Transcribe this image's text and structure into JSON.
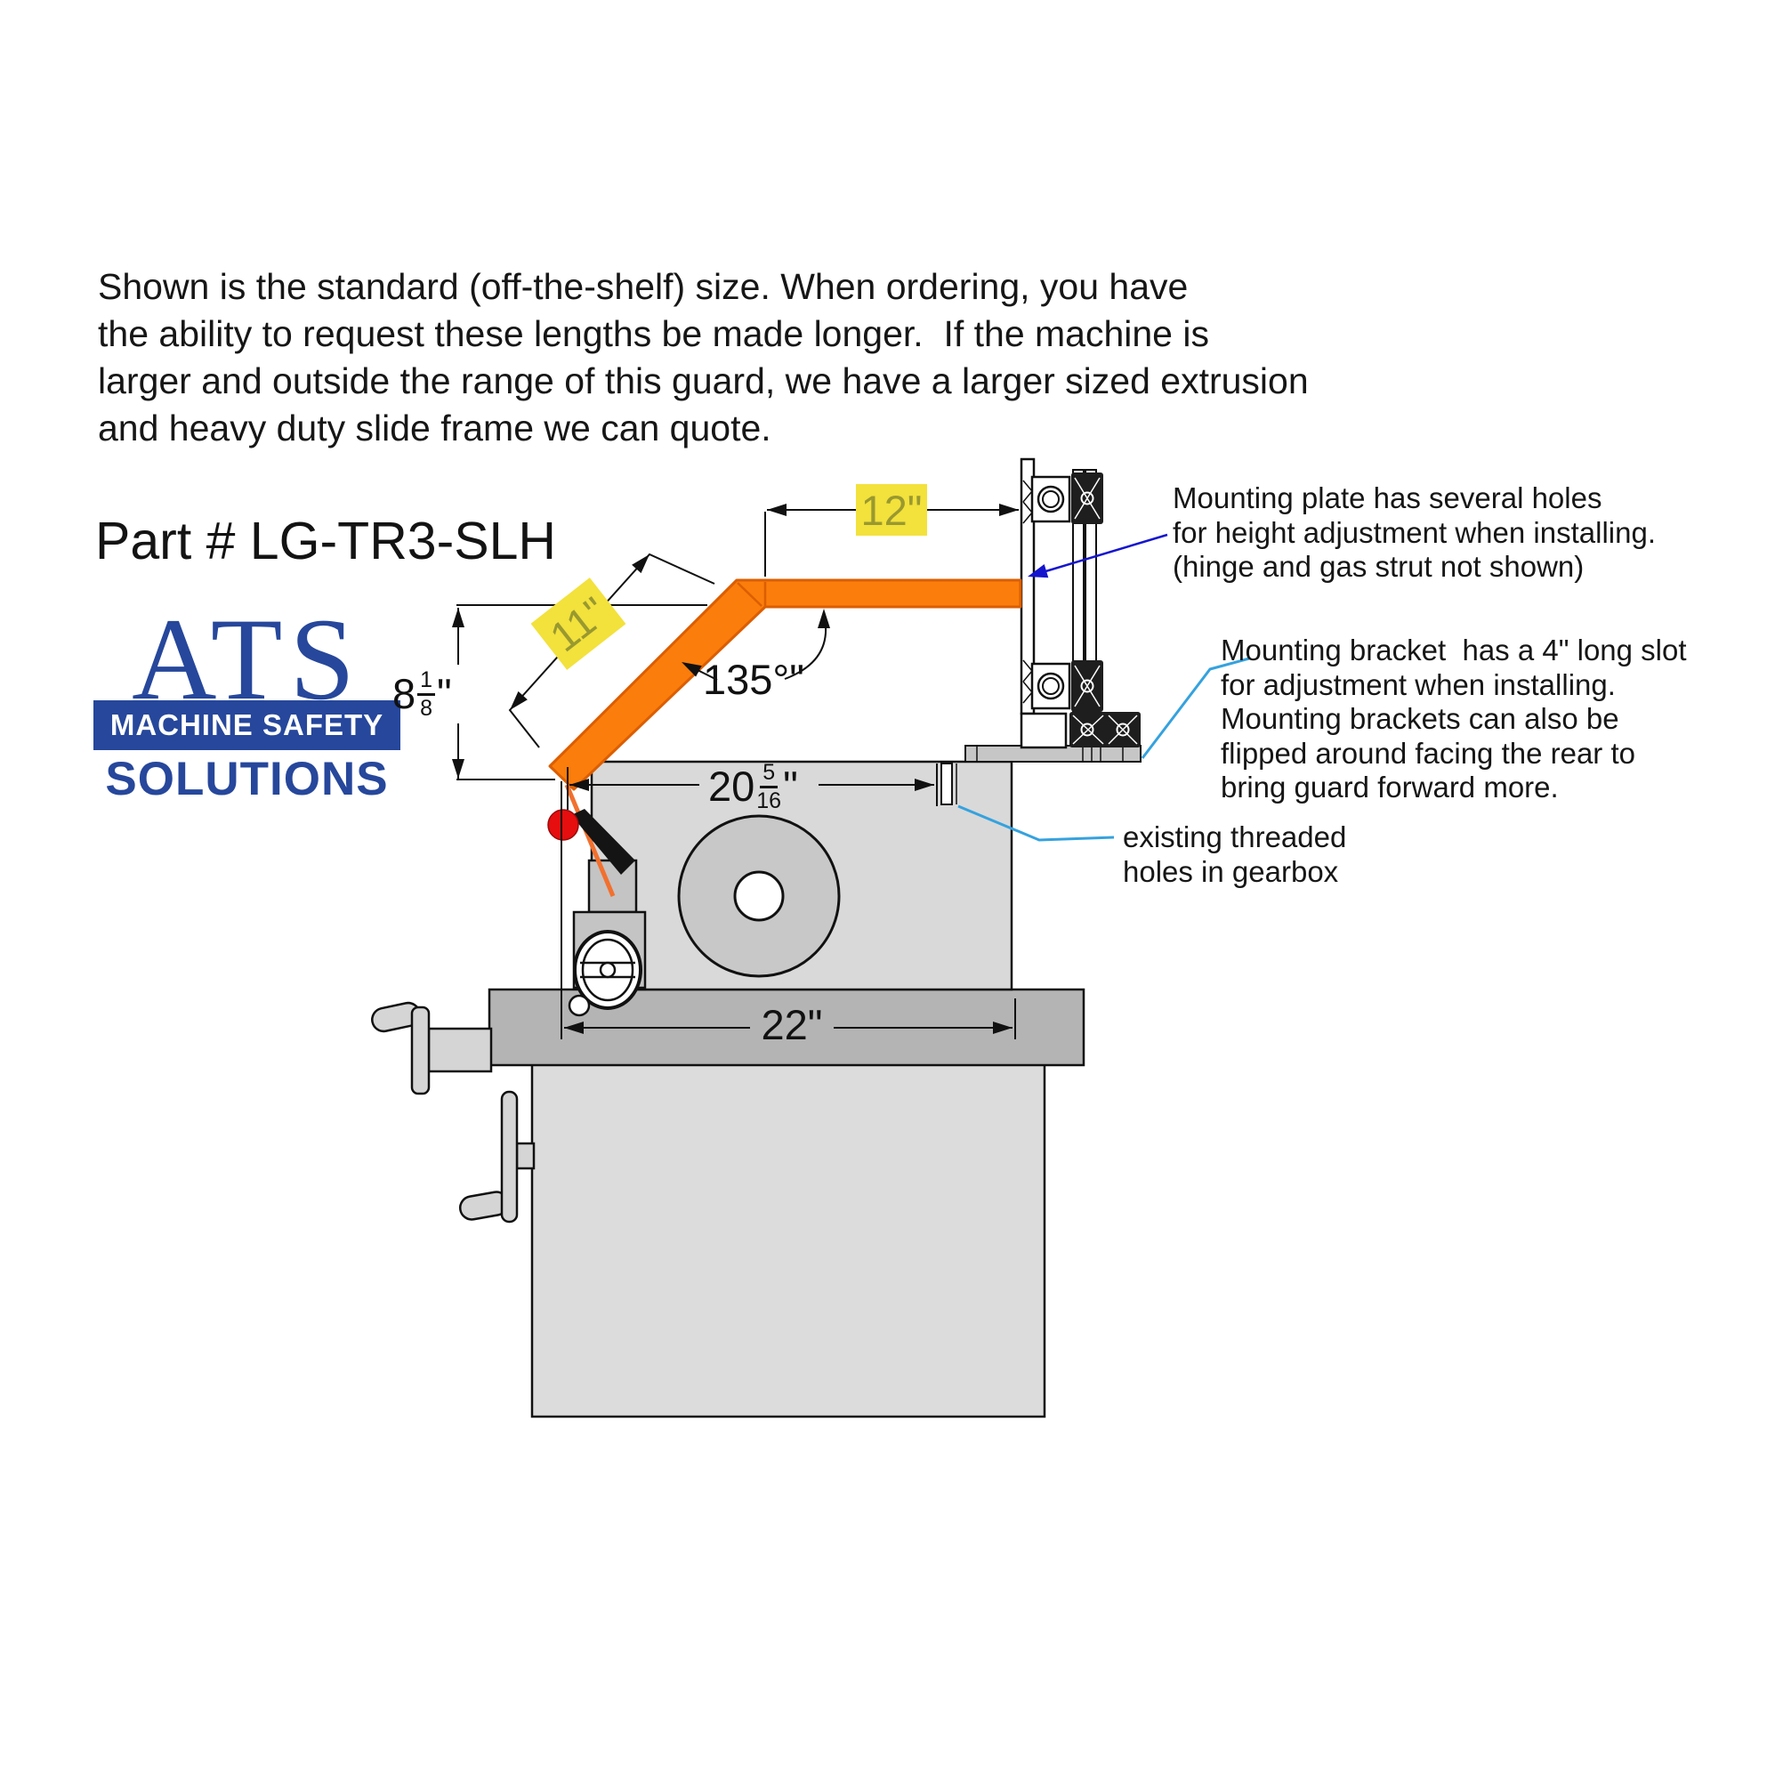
{
  "intro": {
    "lines": [
      "Shown is the standard (off-the-shelf) size. When ordering, you have",
      "the ability to request these lengths be made longer.  If the machine is",
      "larger and outside the range of this guard, we have a larger sized extrusion",
      "and heavy duty slide frame we can quote."
    ]
  },
  "part_label": "Part # LG-TR3-SLH",
  "logo": {
    "acronym": "ATS",
    "banner": "MACHINE SAFETY",
    "subtitle": "SOLUTIONS",
    "blue": "#26479B"
  },
  "dimensions": {
    "top_run": "12\"",
    "diagonal_run": "11\"",
    "angle": "135°\"",
    "height": {
      "whole": "8",
      "numerator": "1",
      "denominator": "8",
      "unit": "\""
    },
    "gearbox_width": {
      "whole": "20",
      "numerator": "5",
      "denominator": "16",
      "unit": "\""
    },
    "table_width": "22\""
  },
  "annotations": {
    "mounting_plate": {
      "lines": [
        "Mounting plate has several holes",
        "for height adjustment when installing.",
        "(hinge and gas strut not shown)"
      ]
    },
    "mounting_bracket": {
      "lines": [
        "Mounting bracket  has a 4\" long slot",
        "for adjustment when installing.",
        "Mounting brackets can also be",
        "flipped around facing the rear to",
        "bring guard forward more."
      ]
    },
    "threaded_holes": {
      "lines": [
        "existing threaded",
        "holes in gearbox"
      ]
    }
  },
  "colors": {
    "guard_orange": "#FB7D0B",
    "guard_orange_stroke": "#DB5E00",
    "highlight_yellow": "#F3E13C",
    "highlight_text": "#99992F",
    "logo_blue": "#26479B",
    "leader_dark_blue": "#1515CE",
    "leader_light_blue": "#35A2DE",
    "knob_red": "#E60E0E",
    "machine_gray_light": "#D9D9D9",
    "machine_gray_mid": "#C7C7C7",
    "machine_gray_dark": "#B4B4B4"
  }
}
